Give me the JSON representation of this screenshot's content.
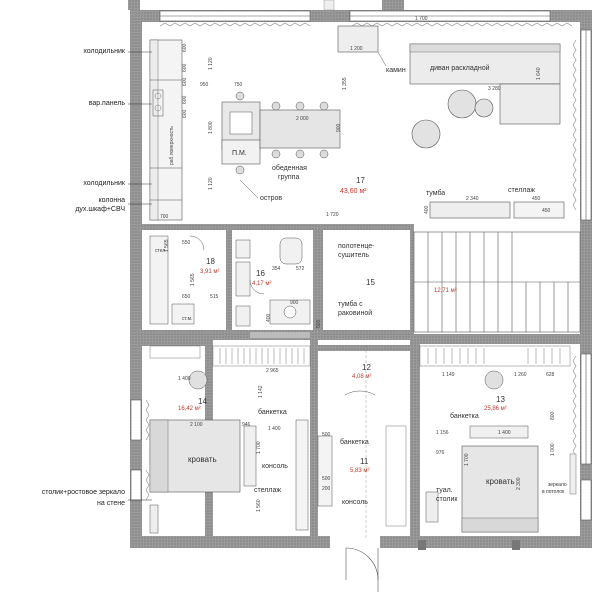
{
  "side_labels": {
    "fridge_top": "холодильник",
    "hob_panel": "вар.панель",
    "fridge_bottom": "холодильник",
    "column_line1": "колонна",
    "column_line2": "дух.шкаф+СВЧ",
    "dresser_line1": "столик+ростовое зеркало",
    "dresser_line2": "на стене"
  },
  "rooms": {
    "r17": {
      "number": "17",
      "area": "43,60 м²"
    },
    "r18": {
      "number": "18",
      "area": "3,91 м²"
    },
    "r16": {
      "number": "16",
      "area": "4,17 м²"
    },
    "r15": {
      "number": "15",
      "area": "12,71 м²"
    },
    "r14": {
      "number": "14",
      "area": "16,42 м²"
    },
    "r12": {
      "number": "12",
      "area": "4,08 м²"
    },
    "r13": {
      "number": "13",
      "area": "25,86 м²"
    },
    "r11": {
      "number": "11",
      "area": "5,83 м²"
    }
  },
  "labels": {
    "fireplace": "камин",
    "sofa_bed": "диван раскладной",
    "dishwasher": "П.М.",
    "dining_group_line1": "обеденная",
    "dining_group_line2": "группа",
    "island": "остров",
    "work_surface": "раб.поверхность",
    "cabinet": "тумба",
    "shelving_top": "стеллаж",
    "towel_line1": "полотенце-",
    "towel_line2": "сушитель",
    "vanity_line1": "тумба с",
    "vanity_line2": "раковиной",
    "storage_shelf": "стел.",
    "storage_small": "ст.м.",
    "bed14": "кровать",
    "bench14": "банкетка",
    "console14": "консоль",
    "shelving14": "стеллаж",
    "bench11": "банкетка",
    "console11": "консоль",
    "bench13": "банкетка",
    "bed13": "кровать",
    "dressing_table_line1": "туал.",
    "dressing_table_line2": "столик",
    "mirror_line1": "зеркало",
    "mirror_line2": "в потолок"
  },
  "dims": [
    "600",
    "600",
    "600",
    "600",
    "600",
    "950",
    "750",
    "1 200",
    "1 355",
    "2 000",
    "900",
    "1 800",
    "1 120",
    "1 120",
    "3 280",
    "1 640",
    "700",
    "1 720",
    "2 340",
    "450",
    "450",
    "400",
    "1 565",
    "550",
    "650",
    "515",
    "1 565",
    "354",
    "572",
    "900",
    "400",
    "500",
    "2 965",
    "1 400",
    "1 400",
    "1 142",
    "2 100",
    "946",
    "1 700",
    "1 560",
    "500",
    "500",
    "200",
    "1 149",
    "1 260",
    "628",
    "1 156",
    "1 400",
    "976",
    "1 700",
    "2 300",
    "1 000",
    "800",
    "1 700"
  ],
  "colors": {
    "wall": "#8a8a8a",
    "line": "#555555",
    "area": "#c0392b",
    "furniture": "#d9d9d9"
  }
}
